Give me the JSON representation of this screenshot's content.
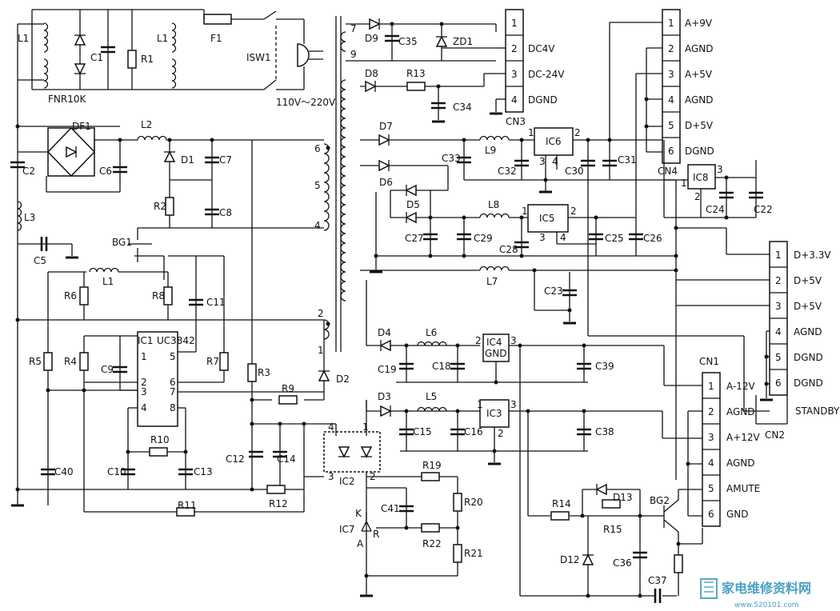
{
  "labels": {
    "L1a": "L1",
    "L1b": "L1",
    "C1": "C1",
    "R1": "R1",
    "F1": "F1",
    "ISW1": "ISW1",
    "FNR10K": "FNR10K",
    "mains": "110V～220V",
    "DF1": "DF1",
    "L2": "L2",
    "D1": "D1",
    "C7": "C7",
    "C6": "C6",
    "C2": "C2",
    "R2": "R2",
    "C8": "C8",
    "L3": "L3",
    "BG1": "BG1",
    "C5": "C5",
    "L1c": "L1",
    "R6": "R6",
    "R8": "R8",
    "C11": "C11",
    "R5": "R5",
    "R4": "R4",
    "C9": "C9",
    "IC1": "IC1",
    "UC3842": "UC3842",
    "R7": "R7",
    "R3": "R3",
    "R9": "R9",
    "D2": "D2",
    "C40": "C40",
    "R10": "R10",
    "C10": "C10",
    "C13": "C13",
    "C12": "C12",
    "C14": "C14",
    "R11": "R11",
    "R12": "R12",
    "IC2": "IC2",
    "R19": "R19",
    "C41": "C41",
    "R20": "R20",
    "IC7": "IC7",
    "K": "K",
    "A": "A",
    "R": "R",
    "R22": "R22",
    "R21": "R21",
    "D9": "D9",
    "C35": "C35",
    "ZD1": "ZD1",
    "D8": "D8",
    "R13": "R13",
    "C34": "C34",
    "CN3": "CN3",
    "D7": "D7",
    "L9": "L9",
    "IC6": "IC6",
    "C33": "C33",
    "C32": "C32",
    "C30": "C30",
    "C31": "C31",
    "D6": "D6",
    "D5": "D5",
    "L8": "L8",
    "IC5": "IC5",
    "C27": "C27",
    "C29": "C29",
    "C28": "C28",
    "C25": "C25",
    "C26": "C26",
    "L7": "L7",
    "C23": "C23",
    "IC8": "IC8",
    "C24": "C24",
    "C22": "C22",
    "CN4": "CN4",
    "D4": "D4",
    "L6": "L6",
    "IC4": "IC4",
    "GND": "GND",
    "C19": "C19",
    "C18": "C18",
    "C39": "C39",
    "D3": "D3",
    "L5": "L5",
    "IC3": "IC3",
    "C15": "C15",
    "C16": "C16",
    "C38": "C38",
    "CN1": "CN1",
    "R14": "R14",
    "D13": "D13",
    "R15": "R15",
    "BG2": "BG2",
    "D12": "D12",
    "C36": "C36",
    "C37": "C37",
    "CN2": "CN2",
    "t4": "4",
    "t5": "5",
    "t6": "6",
    "t7": "7",
    "t9": "9",
    "t2": "2",
    "t1": "1",
    "u1": "1",
    "u2": "2",
    "u3": "3",
    "u4": "4",
    "u5": "5",
    "u6": "6",
    "u7": "7",
    "u8": "8",
    "o4": "4",
    "o3": "3",
    "o1": "1",
    "o2": "2",
    "ic6_1": "1",
    "ic6_2": "2",
    "ic6_3": "3",
    "ic6_4": "4",
    "ic5_1": "1",
    "ic5_2": "2",
    "ic5_3": "3",
    "ic5_4": "4",
    "ic8_1": "1",
    "ic8_2": "2",
    "ic8_3": "3",
    "ic4_2": "2",
    "ic4_3": "3",
    "ic3_1": "1",
    "ic3_2": "2",
    "ic3_3": "3"
  },
  "connectors": {
    "cn3": {
      "pins": [
        {
          "num": "1",
          "label": ""
        },
        {
          "num": "2",
          "label": "DC4V"
        },
        {
          "num": "3",
          "label": "DC-24V"
        },
        {
          "num": "4",
          "label": "DGND"
        }
      ]
    },
    "cn4": {
      "pins": [
        {
          "num": "1",
          "label": "A+9V"
        },
        {
          "num": "2",
          "label": "AGND"
        },
        {
          "num": "3",
          "label": "A+5V"
        },
        {
          "num": "4",
          "label": "AGND"
        },
        {
          "num": "5",
          "label": "D+5V"
        },
        {
          "num": "6",
          "label": "DGND"
        }
      ]
    },
    "cn2": {
      "pins": [
        {
          "num": "1",
          "label": "D+3.3V"
        },
        {
          "num": "2",
          "label": "D+5V"
        },
        {
          "num": "3",
          "label": "D+5V"
        },
        {
          "num": "4",
          "label": "AGND"
        },
        {
          "num": "5",
          "label": "DGND"
        },
        {
          "num": "6",
          "label": "DGND"
        }
      ],
      "extra": "STANDBY"
    },
    "cn1": {
      "pins": [
        {
          "num": "1",
          "label": "A-12V"
        },
        {
          "num": "2",
          "label": "AGND"
        },
        {
          "num": "3",
          "label": "A+12V"
        },
        {
          "num": "4",
          "label": "AGND"
        },
        {
          "num": "5",
          "label": "AMUTE"
        },
        {
          "num": "6",
          "label": "GND"
        }
      ]
    }
  },
  "watermark": {
    "text": "家电维修资料网",
    "url": "www.520101.com"
  }
}
